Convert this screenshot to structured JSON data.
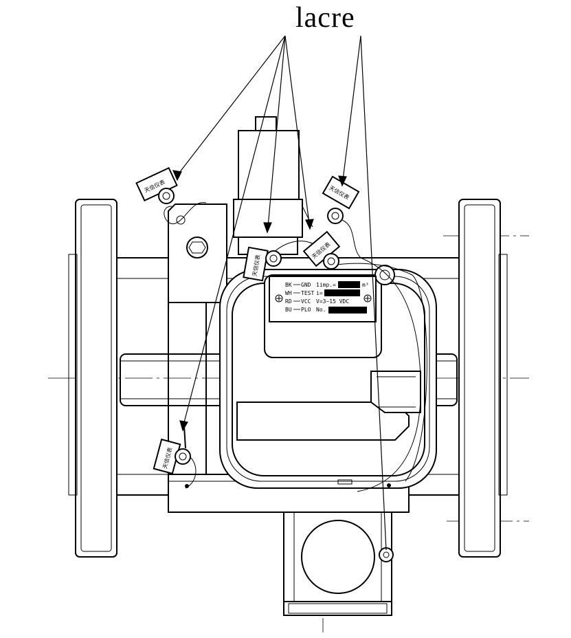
{
  "annotation": {
    "label": "lacre"
  },
  "nameplate": {
    "wires": [
      {
        "code": "BK",
        "signal": "GND"
      },
      {
        "code": "WH",
        "signal": "TEST"
      },
      {
        "code": "RD",
        "signal": "VCC"
      },
      {
        "code": "BU",
        "signal": "PLO"
      }
    ],
    "imp_label": "1imp.=",
    "imp_unit": "m³",
    "i_label": "i=",
    "voltage": "V=3~15 VDC",
    "no_label": "No."
  },
  "seal_tag_text": "天信仪表",
  "colors": {
    "line": "#000000",
    "background": "#ffffff"
  }
}
